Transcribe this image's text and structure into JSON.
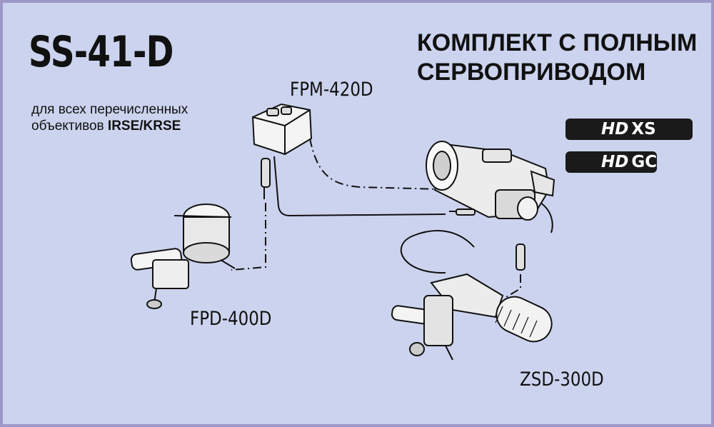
{
  "model": "SS-41-D",
  "subtitle": {
    "line1": "для всех перечисленных",
    "line2_prefix": "объективов ",
    "line2_bold": "IRSE/KRSE"
  },
  "headline": {
    "line1": "КОМПЛЕКТ С ПОЛНЫМ",
    "line2": "СЕРВОПРИВОДОМ"
  },
  "components": {
    "fpm": "FPM-420D",
    "fpd": "FPD-400D",
    "zsd": "ZSD-300D"
  },
  "badges": [
    {
      "prefix": "HD",
      "suffix": "XS"
    },
    {
      "prefix": "HD",
      "suffix": "GC"
    }
  ],
  "colors": {
    "background": "#ccd3ee",
    "border": "#9c98c8",
    "badge": "#1a1a1a"
  }
}
